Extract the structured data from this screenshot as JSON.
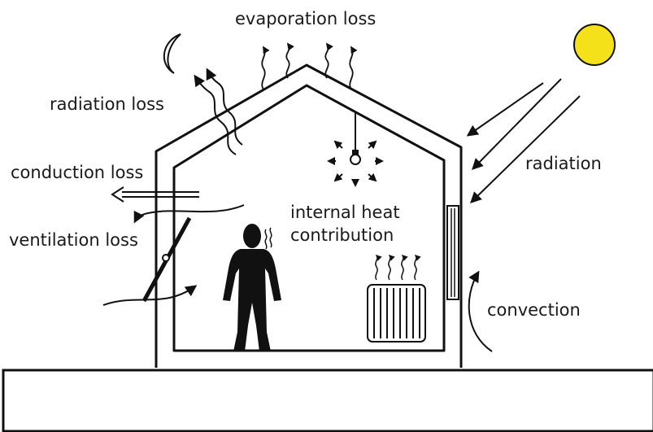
{
  "labels": {
    "evaporation_loss": "evaporation loss",
    "radiation_loss": "radiation loss",
    "conduction_loss": "conduction loss",
    "ventilation_loss": "ventilation loss",
    "internal_heat_line1": "internal heat",
    "internal_heat_line2": "contribution",
    "radiation": "radiation",
    "convection": "convection"
  },
  "colors": {
    "line": "#111111",
    "sun": "#f5e11a",
    "background": "#ffffff"
  },
  "icons": [
    "moon-icon",
    "sun-icon",
    "light-bulb-icon",
    "radiator-icon",
    "person-icon",
    "window-icon"
  ]
}
